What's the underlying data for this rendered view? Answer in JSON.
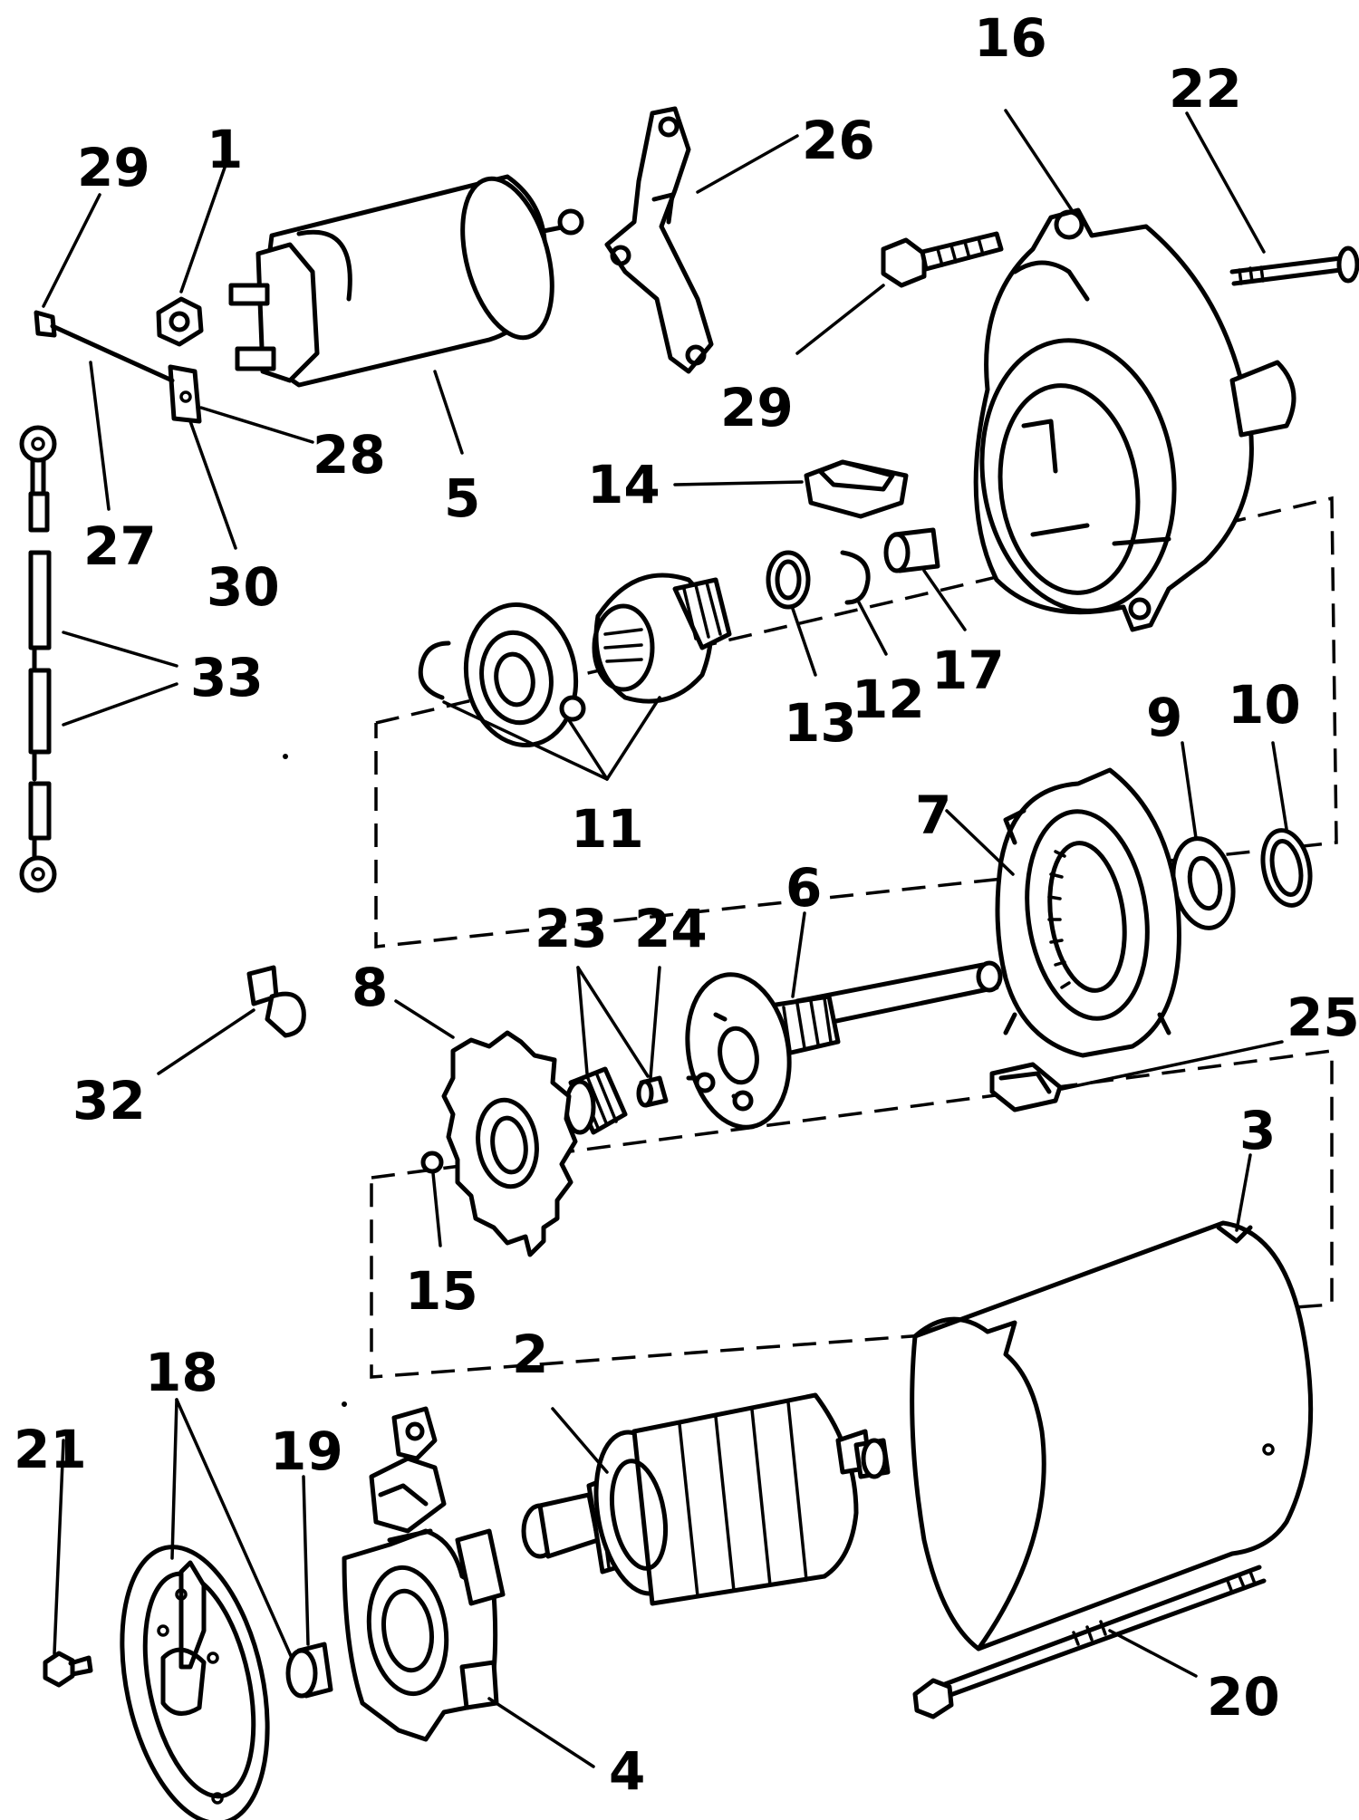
{
  "diagram": {
    "callouts": [
      "1",
      "2",
      "3",
      "4",
      "5",
      "6",
      "7",
      "8",
      "9",
      "10",
      "11",
      "12",
      "13",
      "14",
      "15",
      "16",
      "17",
      "18",
      "19",
      "20",
      "21",
      "22",
      "23",
      "24",
      "25",
      "26",
      "27",
      "28",
      "29",
      "29",
      "30",
      "32",
      "33"
    ]
  }
}
